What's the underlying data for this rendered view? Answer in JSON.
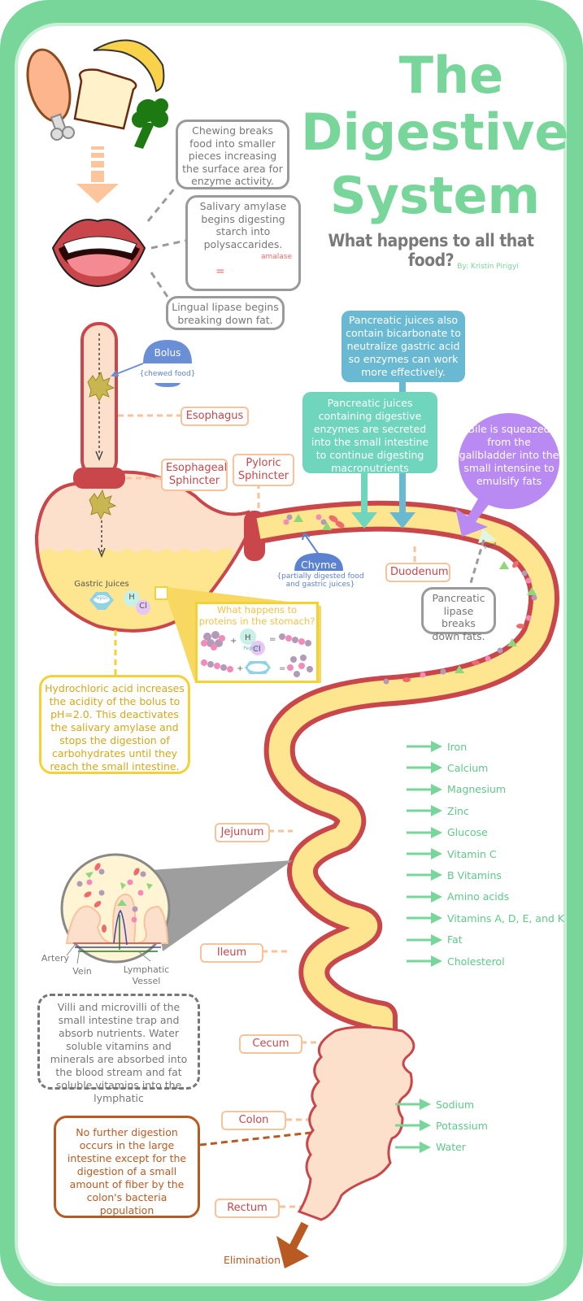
{
  "title": {
    "line1": "The",
    "line2": "Digestive",
    "line3": "System",
    "subtitle": "What happens to all that food?",
    "author": "By: Kristin Pirigyi"
  },
  "mouth": {
    "chewing": "Chewing breaks food into smaller pieces increasing the surface area for enzyme activity.",
    "salivary": "Salivary amylase begins digesting starch into polysaccarides.",
    "amylase_label": "amalase",
    "equals": "=",
    "lingual": "Lingual lipase begins breaking down fat."
  },
  "labels": {
    "bolus": "Bolus",
    "bolus_sub": "{chewed food}",
    "esophagus": "Esophagus",
    "esophageal_sphincter": "Esophageal Sphincter",
    "pyloric_sphincter": "Pyloric Sphincter",
    "chyme": "Chyme",
    "chyme_sub": "{partially digested food and gastric juices}",
    "duodenum": "Duodenum",
    "jejunum": "Jejunum",
    "ileum": "Ileum",
    "cecum": "Cecum",
    "colon": "Colon",
    "rectum": "Rectum",
    "elimination": "Elimination",
    "gastric_juices": "Gastric Juices",
    "pepsin": "Pepsin",
    "h": "H",
    "cl": "Cl",
    "lipase": "Lipase",
    "artery": "Artery",
    "vein": "Vein",
    "lymphatic": "Lymphatic Vessel"
  },
  "notes": {
    "pancreatic_bicarb": "Pancreatic juices also contain bicarbonate to neutralize gastric acid so enzymes can work more effectively.",
    "pancreatic_enzymes": "Pancreatic juices containing digestive enzymes are secreted into the small intestine to continue digesting macronutrients",
    "bile": "Bile is squeazed from the gallbladder into the small intensine to emulsify fats",
    "pancreatic_lipase": "Pancreatic lipase breaks down fats.",
    "proteins_title": "What happens to proteins in the stomach?",
    "hcl": "Hydrochloric acid increases the acidity of the bolus to pH=2.0.  This deactivates the salivary amylase and stops the digestion of carbohydrates until they reach the small intestine.",
    "villi": "Villi and microvilli of the small intestine trap and absorb nutrients.  Water soluble vitamins and minerals are absorbed into the blood stream and fat soluble vitamins into the lymphatic",
    "large_intestine": "No further digestion occurs in the large intestine except for the digestion of a small amount of fiber by the colon's bacteria population"
  },
  "small_intestine_absorbed": [
    "Iron",
    "Calcium",
    "Magnesium",
    "Zinc",
    "Glucose",
    "Vitamin C",
    "B Vitamins",
    "Amino acids",
    "Vitamins A, D, E, and K",
    "Fat",
    "Cholesterol"
  ],
  "large_intestine_absorbed": [
    "Sodium",
    "Potassium",
    "Water"
  ],
  "colors": {
    "green": "#79d69a",
    "red": "#c9474a",
    "peach": "#fde0cc",
    "yellow": "#fde68f",
    "teal": "#6fd6bd",
    "blue": "#6ab9d3",
    "purple": "#b98af2",
    "brown": "#b85a22"
  }
}
